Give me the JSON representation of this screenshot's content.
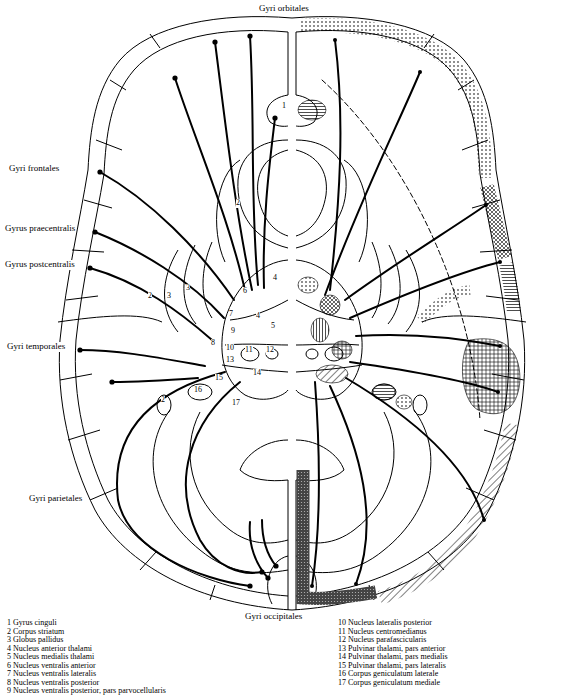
{
  "diagram": {
    "labels": [
      "Gyri orbitales",
      "Gyri frontales",
      "Gyrus praecentralis",
      "Gyrus postcentralis",
      "Gyri temporales",
      "Gyri parietales",
      "Gyri occipitales",
      "1",
      "2",
      "2",
      "3",
      "3",
      "4",
      "6",
      "7",
      "4",
      "5",
      "9",
      "8",
      "10",
      "11",
      "12",
      "13",
      "14",
      "15",
      "16",
      "17",
      "2",
      "1 Gyrus cinguli",
      "2 Corpus striatum",
      "3 Globus pallidus",
      "4 Nucleus anterior thalami",
      "5 Nucleus medialis thalami",
      "6 Nucleus ventralis anterior",
      "7 Nucleus ventralis lateralis",
      "8 Nucleus ventralis posterior",
      "9 Nucleus ventralis posterior, pars parvocellularis",
      "10 Nucleus lateralis posterior",
      "11 Nucleus centromedianus",
      "12 Nucleus parafascicularis",
      "13 Pulvinar thalami, pars anterior",
      "14 Pulvinar thalami, pars medialis",
      "15 Pulvinar thalami, pars lateralis",
      "16 Corpus geniculatum laterale",
      "17 Corpus geniculatum mediale"
    ]
  }
}
